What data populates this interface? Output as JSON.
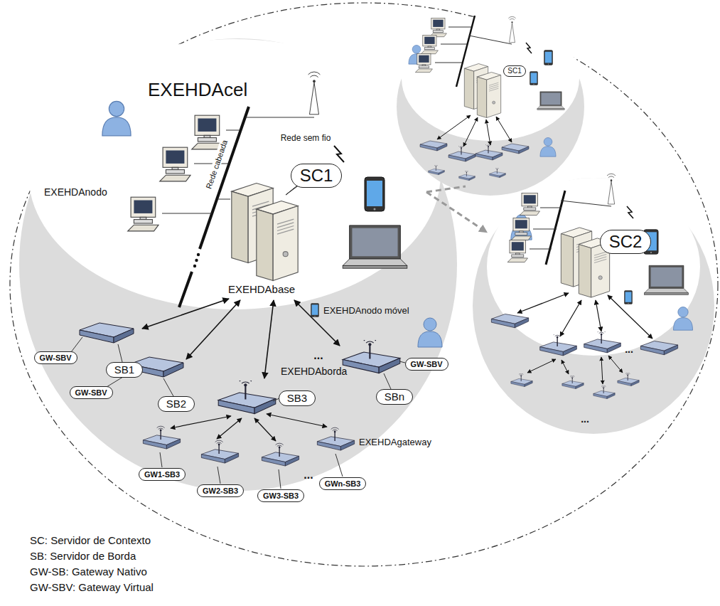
{
  "diagram": {
    "nodes": [
      {
        "text": [
          "SC1"
        ]
      },
      {
        "text": [
          "GW-SBV"
        ]
      },
      {
        "text": [
          "SB1"
        ]
      },
      {
        "text": [
          "GW-SBV"
        ]
      },
      {
        "text": [
          "SB2"
        ]
      },
      {
        "text": [
          "SB3"
        ]
      },
      {
        "text": [
          "GW-SBV"
        ]
      },
      {
        "text": [
          "SBn"
        ]
      },
      {
        "text": [
          "GW1-SB3"
        ]
      },
      {
        "text": [
          "GW2-SB3"
        ]
      },
      {
        "text": [
          "GW3-SB3"
        ]
      },
      {
        "text": [
          "GWn-SB3"
        ]
      },
      {
        "text": [
          "SC1"
        ]
      },
      {
        "text": [
          "SC2"
        ]
      }
    ],
    "labels": [
      "EXEHDAcel",
      "EXEHDAnodo",
      "Rede cabeada",
      "Rede sem fio",
      "EXEHDAbase",
      "EXEHDAnodo móvel",
      "EXEHDAborda",
      "...",
      "EXEHDAgateway",
      "...",
      "...",
      "...",
      "SC: Servidor de Contexto",
      "SB: Servidor de Borda",
      "GW-SB: Gateway Nativo",
      "GW-SBV: Gateway Virtual"
    ]
  }
}
